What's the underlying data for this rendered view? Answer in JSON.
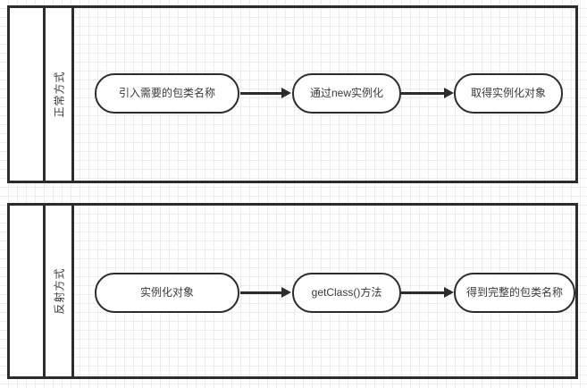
{
  "diagram": {
    "type": "swimlane-flowchart",
    "background": "grid",
    "colors": {
      "stroke": "#2c2c2c",
      "text": "#3a3a3a",
      "grid": "#ededed",
      "fill": "#ffffff"
    },
    "lanes": [
      {
        "id": "lane-normal",
        "label": "正常方式",
        "nodes": [
          {
            "id": "n1",
            "label": "引入需要的包类名称"
          },
          {
            "id": "n2",
            "label": "通过new实例化"
          },
          {
            "id": "n3",
            "label": "取得实例化对象"
          }
        ],
        "edges": [
          {
            "from": "n1",
            "to": "n2",
            "label": ""
          },
          {
            "from": "n2",
            "to": "n3",
            "label": ""
          }
        ]
      },
      {
        "id": "lane-reflect",
        "label": "反射方式",
        "nodes": [
          {
            "id": "r1",
            "label": "实例化对象"
          },
          {
            "id": "r2",
            "label": "getClass()方法"
          },
          {
            "id": "r3",
            "label": "得到完整的包类名称"
          }
        ],
        "edges": [
          {
            "from": "r1",
            "to": "r2",
            "label": ""
          },
          {
            "from": "r2",
            "to": "r3",
            "label": ""
          }
        ]
      }
    ]
  }
}
